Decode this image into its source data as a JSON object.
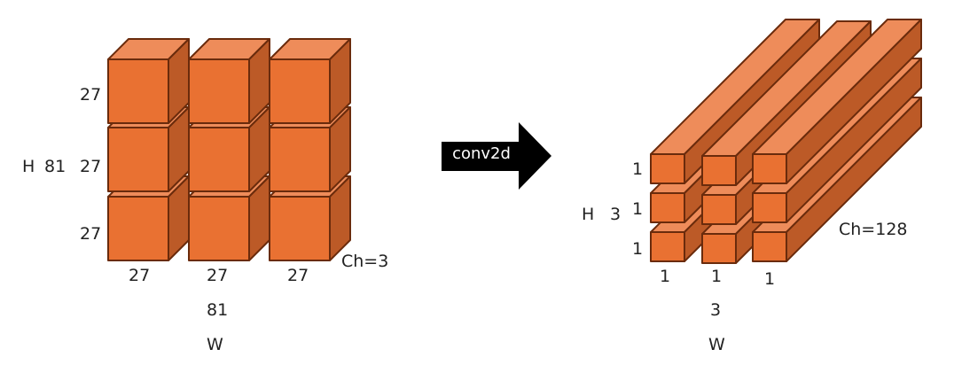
{
  "colors": {
    "front": "#E97132",
    "top": "#EE8C5A",
    "side": "#BC5A27",
    "stroke": "#6A2B0C"
  },
  "left": {
    "row_labels": [
      "27",
      "27",
      "27"
    ],
    "h_label": "H",
    "h_value": "81",
    "col_labels": [
      "27",
      "27",
      "27"
    ],
    "w_value": "81",
    "w_label": "W",
    "ch_label": "Ch=3"
  },
  "arrow": {
    "label": "conv2d"
  },
  "right": {
    "row_labels": [
      "1",
      "1",
      "1"
    ],
    "h_label": "H",
    "h_value": "3",
    "col_labels": [
      "1",
      "1",
      "1"
    ],
    "w_value": "3",
    "w_label": "W",
    "ch_label": "Ch=128"
  }
}
